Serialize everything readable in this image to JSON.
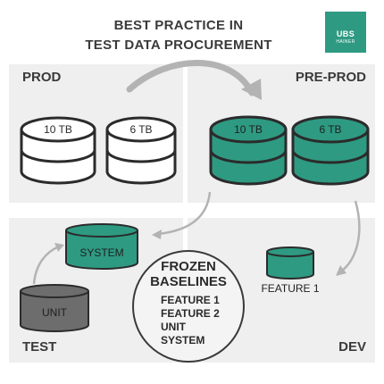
{
  "header": {
    "title_line1": "BEST PRACTICE IN",
    "title_line2": "TEST DATA PROCUREMENT"
  },
  "logo": {
    "name": "UBS",
    "subtitle": "HAINER",
    "color": "#2e9a82"
  },
  "quadrants": {
    "prod": "PROD",
    "preprod": "PRE-PROD",
    "test": "TEST",
    "dev": "DEV"
  },
  "prod": {
    "db1_label": "10 TB",
    "db2_label": "6 TB"
  },
  "preprod": {
    "db1_label": "10 TB",
    "db2_label": "6 TB"
  },
  "test": {
    "system_label": "SYSTEM",
    "unit_label": "UNIT"
  },
  "dev": {
    "feature_label": "FEATURE 1"
  },
  "frozen": {
    "heading_line1": "FROZEN",
    "heading_line2": "BASELINES",
    "items": [
      "FEATURE 1",
      "FEATURE 2",
      "UNIT",
      "SYSTEM"
    ]
  },
  "colors": {
    "accent": "#2e9a82",
    "panel": "#efefef",
    "outline": "#3a3a3a",
    "unit_db": "#6d6d6d",
    "arrow": "#b3b3b3"
  }
}
